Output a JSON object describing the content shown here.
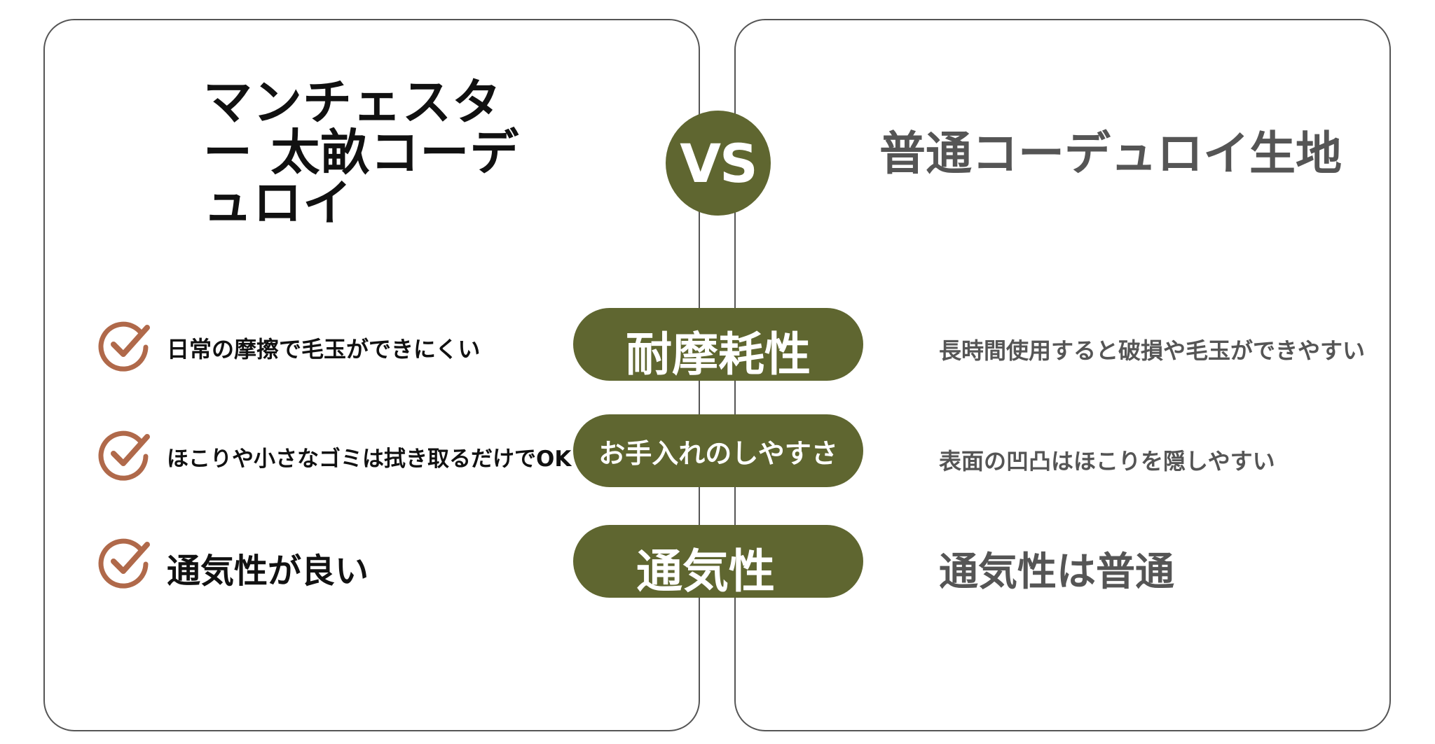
{
  "left": {
    "title": "マンチェスター 太畝コーデュロイ",
    "features": [
      "日常の摩擦で毛玉ができにくい",
      "ほこりや小さなゴミは拭き取るだけでOK",
      "通気性が良い"
    ]
  },
  "vs_label": "VS",
  "categories": [
    "耐摩耗性",
    "お手入れのしやすさ",
    "通気性"
  ],
  "right": {
    "title": "普通コーデュロイ生地",
    "features": [
      "長時間使用すると破損や毛玉ができやすい",
      "表面の凹凸はほこりを隠しやすい",
      "通気性は普通"
    ]
  },
  "icons": {
    "check": "check-circle-icon"
  },
  "colors": {
    "accent_olive": "#5f6630",
    "check_brown": "#b0694a",
    "left_text": "#111111",
    "right_text": "#555555"
  }
}
